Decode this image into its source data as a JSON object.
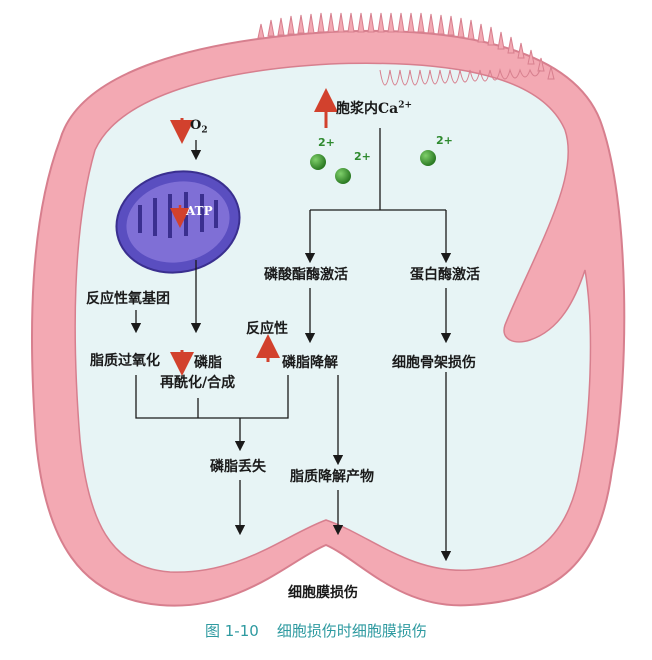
{
  "labels": {
    "o2": "O",
    "o2_sub": "2",
    "atp": "ATP",
    "cytosolic_ca": "胞浆内Ca",
    "cytosolic_ca_sup": "2+",
    "ion_charge": "2+",
    "phospholipase": "磷酸酯酶激活",
    "protease": "蛋白酶激活",
    "free_radicals": "反应性氧基团",
    "reactivity": "反应性",
    "lipid_peroxidation": "脂质过氧化",
    "phospholipid_line1": "磷脂",
    "phospholipid_line2": "再酰化/合成",
    "phospholipid_degradation": "磷脂降解",
    "cytoskeleton_damage": "细胞骨架损伤",
    "phospholipid_loss": "磷脂丢失",
    "lipid_breakdown_products": "脂质降解产物",
    "membrane_damage": "细胞膜损伤"
  },
  "caption": {
    "number": "图 1-10",
    "text": "细胞损伤时细胞膜损伤"
  },
  "colors": {
    "membrane": "#f3a9b3",
    "membrane_edge": "#d77f8e",
    "cytoplasm": "#e7f4f5",
    "mitochondrion": "#5a4ec0",
    "calcium_ion": "#3f9a35",
    "increase_arrow": "#d2412d",
    "caption": "#2e9aa0"
  }
}
